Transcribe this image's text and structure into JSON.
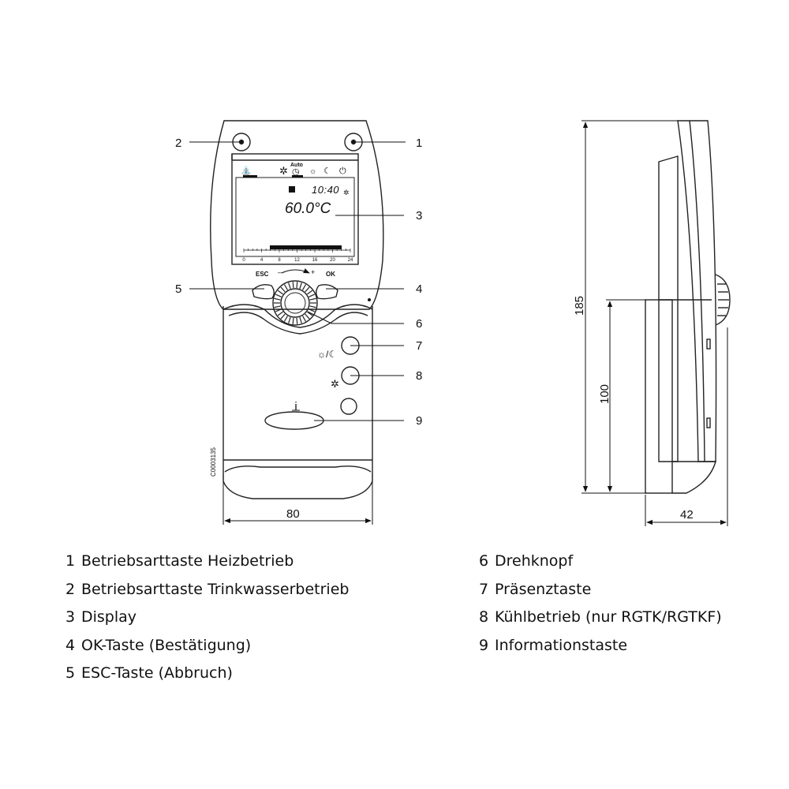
{
  "callouts": [
    "1",
    "2",
    "3",
    "4",
    "5",
    "6",
    "7",
    "8",
    "9"
  ],
  "display": {
    "time": "10:40",
    "temperature": "60.0°C",
    "mode_label": "Auto",
    "hour_ticks": [
      "0",
      "4",
      "8",
      "12",
      "16",
      "20",
      "24"
    ]
  },
  "buttons": {
    "esc_label": "ESC",
    "ok_label": "OK",
    "minus": "–",
    "plus": "+"
  },
  "side_symbols": {
    "presence": "☼/☾",
    "cooling": "✲",
    "info": "i"
  },
  "drawing_code": "C0003135",
  "dimensions": {
    "front_width": "80",
    "side_depth": "42",
    "total_height": "185",
    "lower_height": "100"
  },
  "legend": {
    "left": [
      {
        "num": "1",
        "text": "Betriebsarttaste Heizbetrieb"
      },
      {
        "num": "2",
        "text": "Betriebsarttaste Trinkwasserbetrieb"
      },
      {
        "num": "3",
        "text": "Display"
      },
      {
        "num": "4",
        "text": "OK-Taste (Bestätigung)"
      },
      {
        "num": "5",
        "text": "ESC-Taste (Abbruch)"
      }
    ],
    "right": [
      {
        "num": "6",
        "text": "Drehknopf"
      },
      {
        "num": "7",
        "text": "Präsenztaste"
      },
      {
        "num": "8",
        "text": "Kühlbetrieb (nur RGTK/RGTKF)"
      },
      {
        "num": "9",
        "text": "Informationstaste"
      }
    ]
  }
}
